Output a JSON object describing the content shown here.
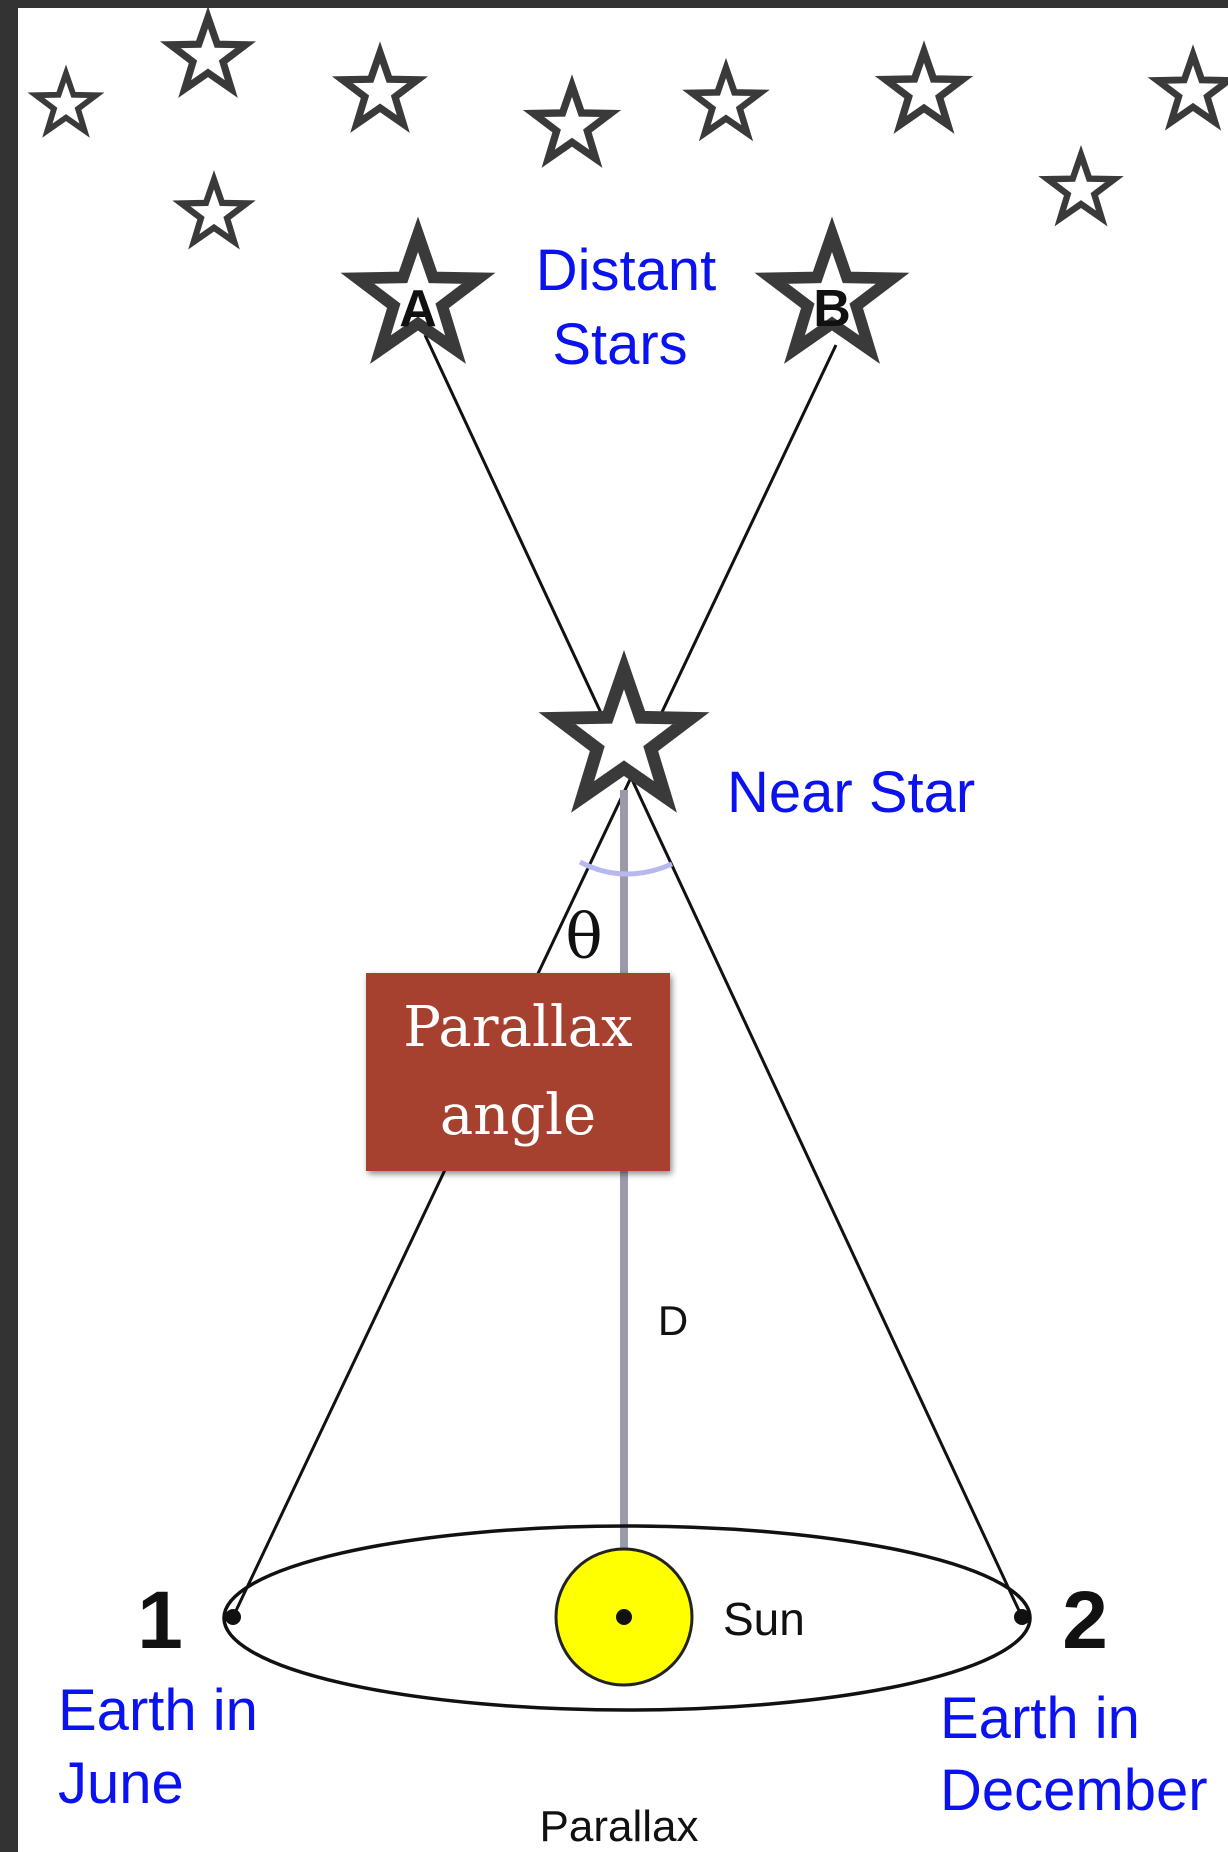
{
  "labels": {
    "distant_stars_line1": "Distant",
    "distant_stars_line2": "Stars",
    "star_a": "A",
    "star_b": "B",
    "near_star": "Near Star",
    "theta": "θ",
    "distance": "D",
    "sun": "Sun",
    "point_1": "1",
    "point_2": "2",
    "earth_june_line1": "Earth in",
    "earth_june_line2": "June",
    "earth_december_line1": "Earth in",
    "earth_december_line2": "December",
    "caption": "Parallax"
  },
  "callout": {
    "line1": "Parallax",
    "line2": "angle"
  },
  "colors": {
    "background": "#333333",
    "panel": "#ffffff",
    "label_blue": "#0a12f0",
    "sun_fill": "#ffff00",
    "callout_fill": "#a6402f",
    "center_line": "#9a9aaa",
    "angle_arc": "#b8b8f0"
  }
}
